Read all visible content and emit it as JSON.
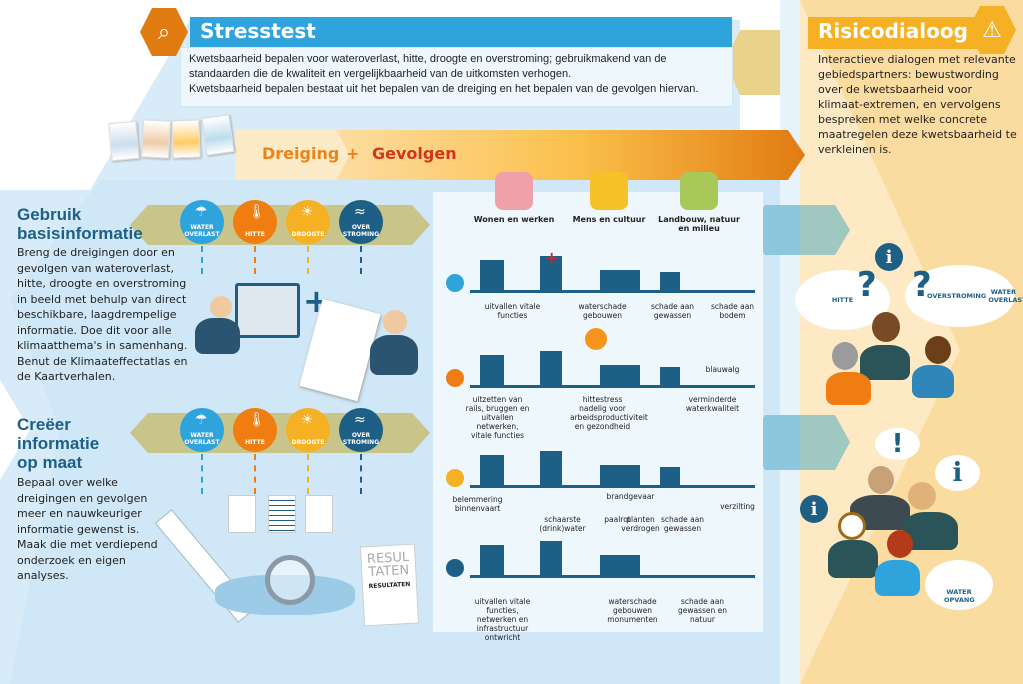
{
  "stresstest": {
    "title": "Stresstest",
    "text": [
      "Kwetsbaarheid bepalen voor wateroverlast, hitte, droogte en overstroming; gebruikmakend van de",
      "standaarden die de kwaliteit en vergelijkbaarheid van de uitkomsten verhogen.",
      "Kwetsbaarheid bepalen bestaat uit het bepalen van de dreiging en het bepalen van de gevolgen hiervan."
    ]
  },
  "risicodialoog": {
    "title": "Risicodialoog",
    "text": "Interactieve dialogen met relevante gebiedspartners: bewustwording over de kwetsbaarheid voor klimaat-extremen, en vervolgens bespreken met welke concrete maatregelen deze kwetsbaarheid te verkleinen is."
  },
  "band": {
    "dreiging": "Dreiging",
    "plus": "+",
    "gevolgen": "Gevolgen"
  },
  "left": {
    "s1": {
      "title1": "Gebruik",
      "title2": "basisinformatie",
      "text": "Breng de dreigingen door en gevolgen van wateroverlast, hitte, droogte en overstroming in beeld met behulp van direct beschikbare, laagdrempelige informatie. Doe dit voor alle klimaatthema's in samenhang. Benut de Klimaateffectatlas en de Kaartverhalen."
    },
    "s2": {
      "title1": "Creëer",
      "title2": "informatie",
      "title3": "op maat",
      "text": "Bepaal over welke dreigingen en gevolgen meer en nauwkeuriger informatie gewenst is. Maak die met verdiepend onderzoek en eigen analyses."
    }
  },
  "threats": [
    {
      "label": "WATER OVERLAST",
      "color": "#2fa4dc"
    },
    {
      "label": "HITTE",
      "color": "#f07d12"
    },
    {
      "label": "DROOGTE",
      "color": "#f6b023"
    },
    {
      "label": "OVER STROMING",
      "color": "#1e5f86"
    }
  ],
  "resultaten": {
    "big": "RESUL TATEN",
    "small": "RESULTATEN"
  },
  "categories": [
    {
      "label": "Wonen en werken",
      "color": "#f0a0a8"
    },
    {
      "label": "Mens en cultuur",
      "color": "#f6c22a"
    },
    {
      "label": "Landbouw, natuur en milieu",
      "color": "#a9c85a"
    }
  ],
  "rows": [
    {
      "labels": [
        "uitvallen vitale functies",
        "waterschade gebouwen",
        "schade aan gewassen",
        "schade aan bodem"
      ]
    },
    {
      "labels": [
        "uitzetten van rails, bruggen en uitvallen netwerken, vitale functies",
        "hittestress nadelig voor arbeidsproductiviteit en gezondheid",
        "blauwalg",
        "verminderde waterkwaliteit"
      ]
    },
    {
      "labels": [
        "belemmering binnenvaart",
        "schaarste (drink)water",
        "paalrot",
        "brandgevaar",
        "planten verdrogen",
        "schade aan gewassen",
        "verzilting"
      ]
    },
    {
      "labels": [
        "uitvallen vitale functies, netwerken en infrastructuur ontwricht",
        "waterschade gebouwen monumenten",
        "schade aan gewassen en natuur"
      ]
    }
  ],
  "dialog": {
    "hitte": "HITTE",
    "overstroming": "OVERSTROMING",
    "wateroverlast": "WATER OVERLAST",
    "wateropvang": "WATER OPVANG",
    "info": "i",
    "question": "?",
    "exclaim": "!"
  }
}
